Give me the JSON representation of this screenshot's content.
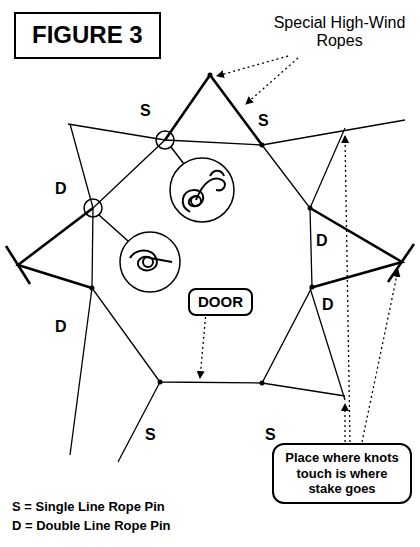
{
  "diagram": {
    "nodes": [
      {
        "text": [
          "FIGURE 3"
        ]
      },
      {
        "text": [
          "DOOR"
        ]
      },
      {
        "text": [
          "Place where knots touch is where stake goes"
        ]
      }
    ],
    "labels": [
      "Special High-Wind Ropes",
      "S",
      "S",
      "D",
      "D",
      "D",
      "D",
      "S",
      "S",
      "S = Single Line Rope Pin",
      "D = Double Line Rope Pin"
    ]
  }
}
